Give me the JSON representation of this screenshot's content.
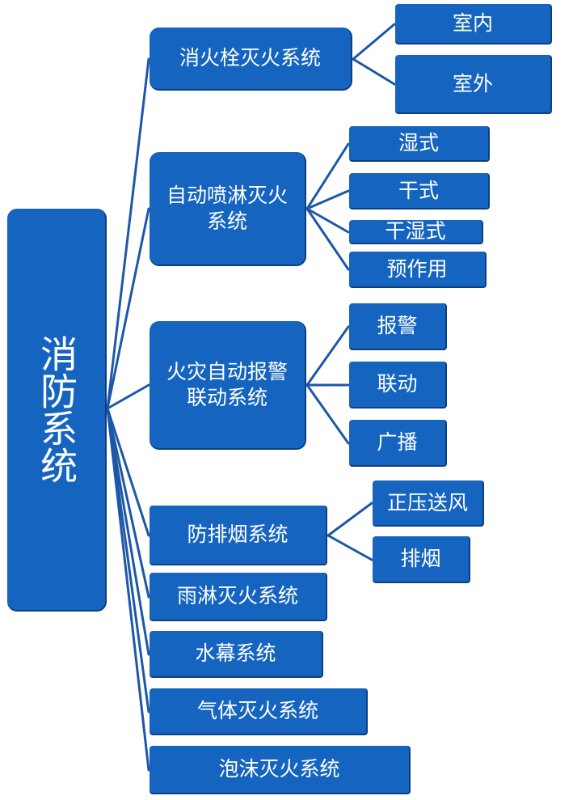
{
  "root": {
    "label": "消防系统"
  },
  "colors": {
    "box": "#1565c0",
    "line": "#1c57a8",
    "text": "#ffffff"
  },
  "categories": [
    {
      "id": "hydrant",
      "label": "消火栓灭火系统",
      "children": [
        "室内",
        "室外"
      ]
    },
    {
      "id": "sprinkler",
      "label": "自动喷淋灭火\n系统",
      "children": [
        "湿式",
        "干式",
        "干湿式",
        "预作用"
      ]
    },
    {
      "id": "alarm",
      "label": "火灾自动报警\n联动系统",
      "children": [
        "报警",
        "联动",
        "广播"
      ]
    },
    {
      "id": "smoke",
      "label": "防排烟系统",
      "children": [
        "正压送风",
        "排烟"
      ]
    },
    {
      "id": "deluge",
      "label": "雨淋灭火系统",
      "children": []
    },
    {
      "id": "water-curtain",
      "label": "水幕系统",
      "children": []
    },
    {
      "id": "gas",
      "label": "气体灭火系统",
      "children": []
    },
    {
      "id": "foam",
      "label": "泡沫灭火系统",
      "children": []
    }
  ]
}
